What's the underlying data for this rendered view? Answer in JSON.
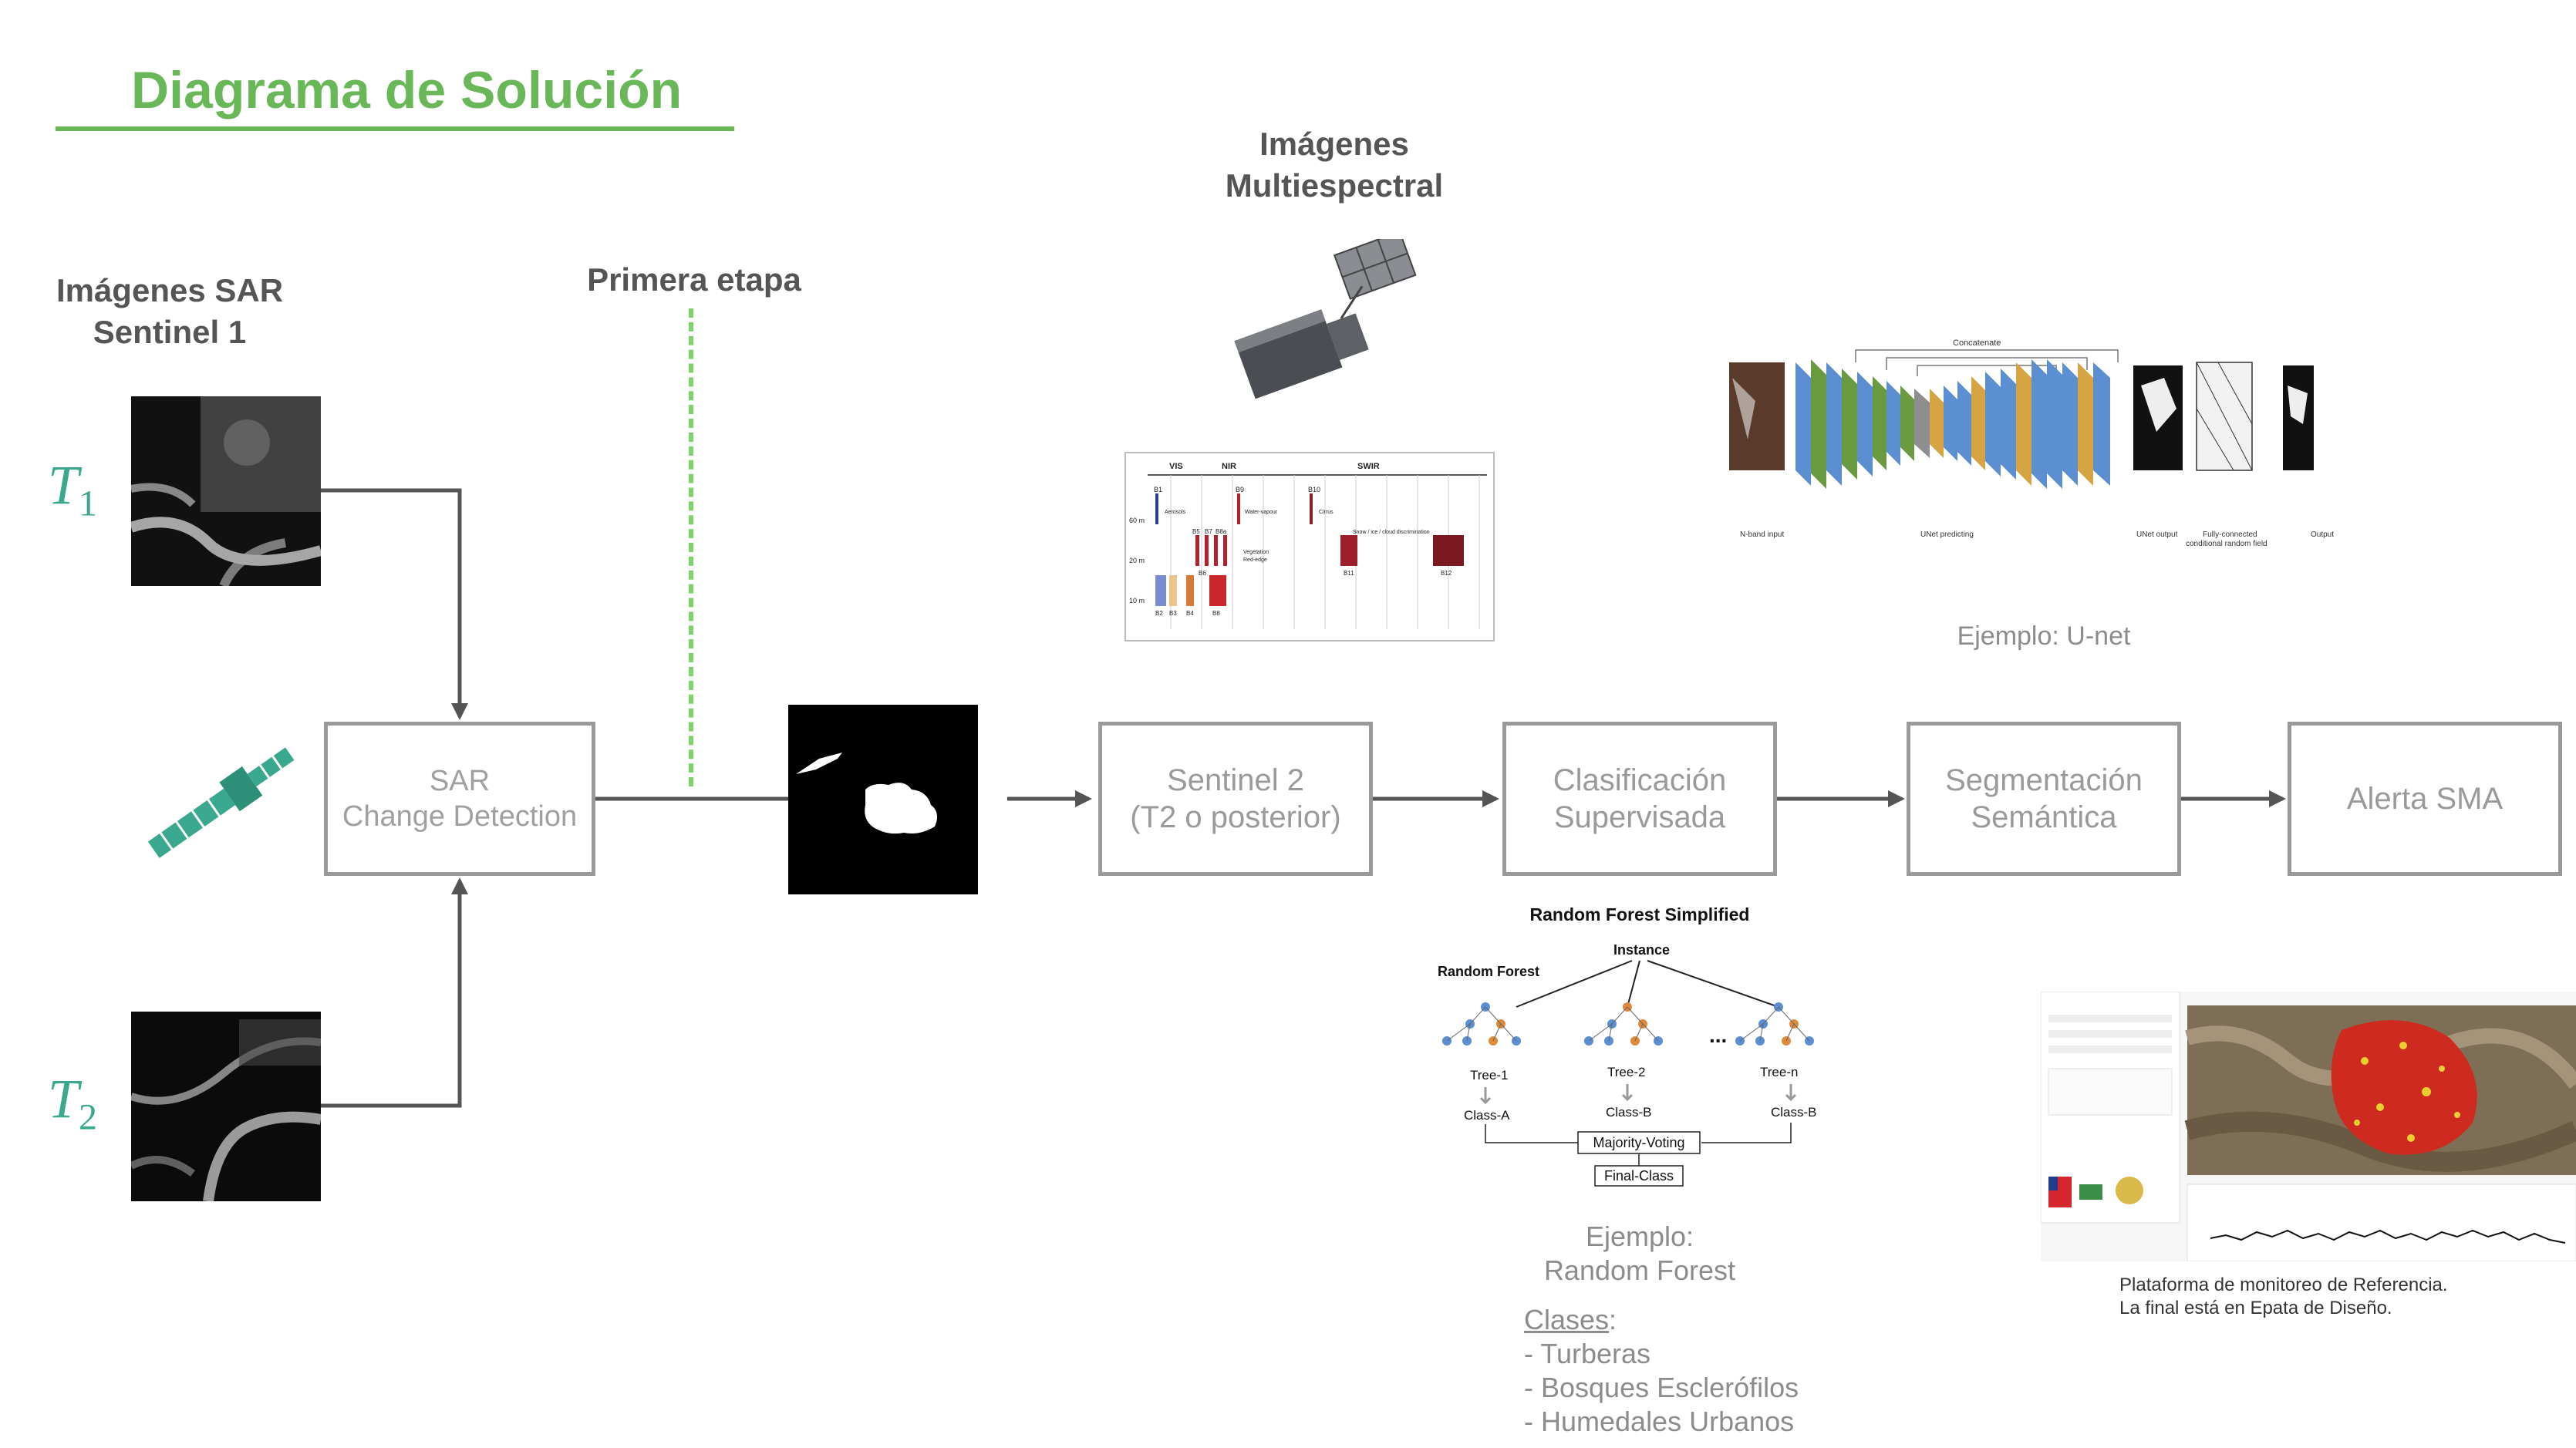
{
  "title": "Diagrama de Solución",
  "sar_label": [
    "Imágenes SAR",
    "Sentinel 1"
  ],
  "t1": {
    "letter": "T",
    "sub": "1"
  },
  "t2": {
    "letter": "T",
    "sub": "2"
  },
  "primera_etapa": "Primera etapa",
  "multi_label": [
    "Imágenes",
    "Multiespectral"
  ],
  "boxes": {
    "sar": [
      "SAR",
      "Change Detection"
    ],
    "s2": [
      "Sentinel 2",
      "(T2 o posterior)"
    ],
    "clasif": [
      "Clasificación",
      "Supervisada"
    ],
    "segm": [
      "Segmentación",
      "Semántica"
    ],
    "alerta": "Alerta SMA"
  },
  "unet": {
    "concat": "Concatenate",
    "labels": [
      "N-band input",
      "UNet predicting",
      "UNet output",
      "Fully-connected",
      "conditional random field",
      "Output"
    ],
    "caption": "Ejemplo: U-net"
  },
  "bands": {
    "regions": [
      "VIS",
      "NIR",
      "SWIR"
    ],
    "res": [
      "60 m",
      "20 m",
      "10 m"
    ],
    "names": [
      "B1",
      "B9",
      "B10",
      "B5",
      "B6",
      "B7",
      "B8a",
      "B2",
      "B3",
      "B4",
      "B8",
      "B11",
      "B12"
    ],
    "notes": [
      "Aerosols",
      "Water-vapour",
      "Cirrus",
      "Vegetation",
      "Red-edge",
      "Snow / ice / cloud discrimination"
    ]
  },
  "rf": {
    "title": "Random Forest Simplified",
    "instance": "Instance",
    "forest": "Random Forest",
    "trees": [
      "Tree-1",
      "Tree-2",
      "Tree-n"
    ],
    "classes": [
      "Class-A",
      "Class-B",
      "Class-B"
    ],
    "dots": "...",
    "voting": "Majority-Voting",
    "final": "Final-Class",
    "caption": [
      "Ejemplo:",
      "Random Forest"
    ]
  },
  "clases": {
    "heading": "Clases",
    "colon": ":",
    "items": [
      "- Turberas",
      "- Bosques Esclerófilos",
      "-  Humedales Urbanos"
    ]
  },
  "platform_caption": [
    "Plataforma  de  monitoreo  de  Referencia.",
    "La final está en Epata de Diseño."
  ],
  "colors": {
    "accent_green": "#6ab75a",
    "teal": "#3aa88e",
    "box_border": "#9a9a9a"
  }
}
